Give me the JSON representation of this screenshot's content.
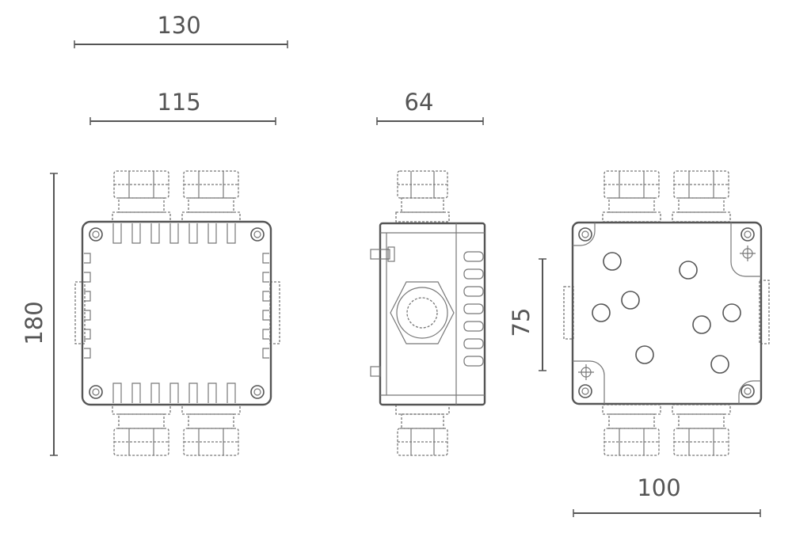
{
  "dimensions": {
    "top_width": "130",
    "inner_width": "115",
    "side_depth": "64",
    "height": "180",
    "mount_height": "75",
    "mount_width": "100"
  },
  "style": {
    "line_color": "#555555"
  }
}
